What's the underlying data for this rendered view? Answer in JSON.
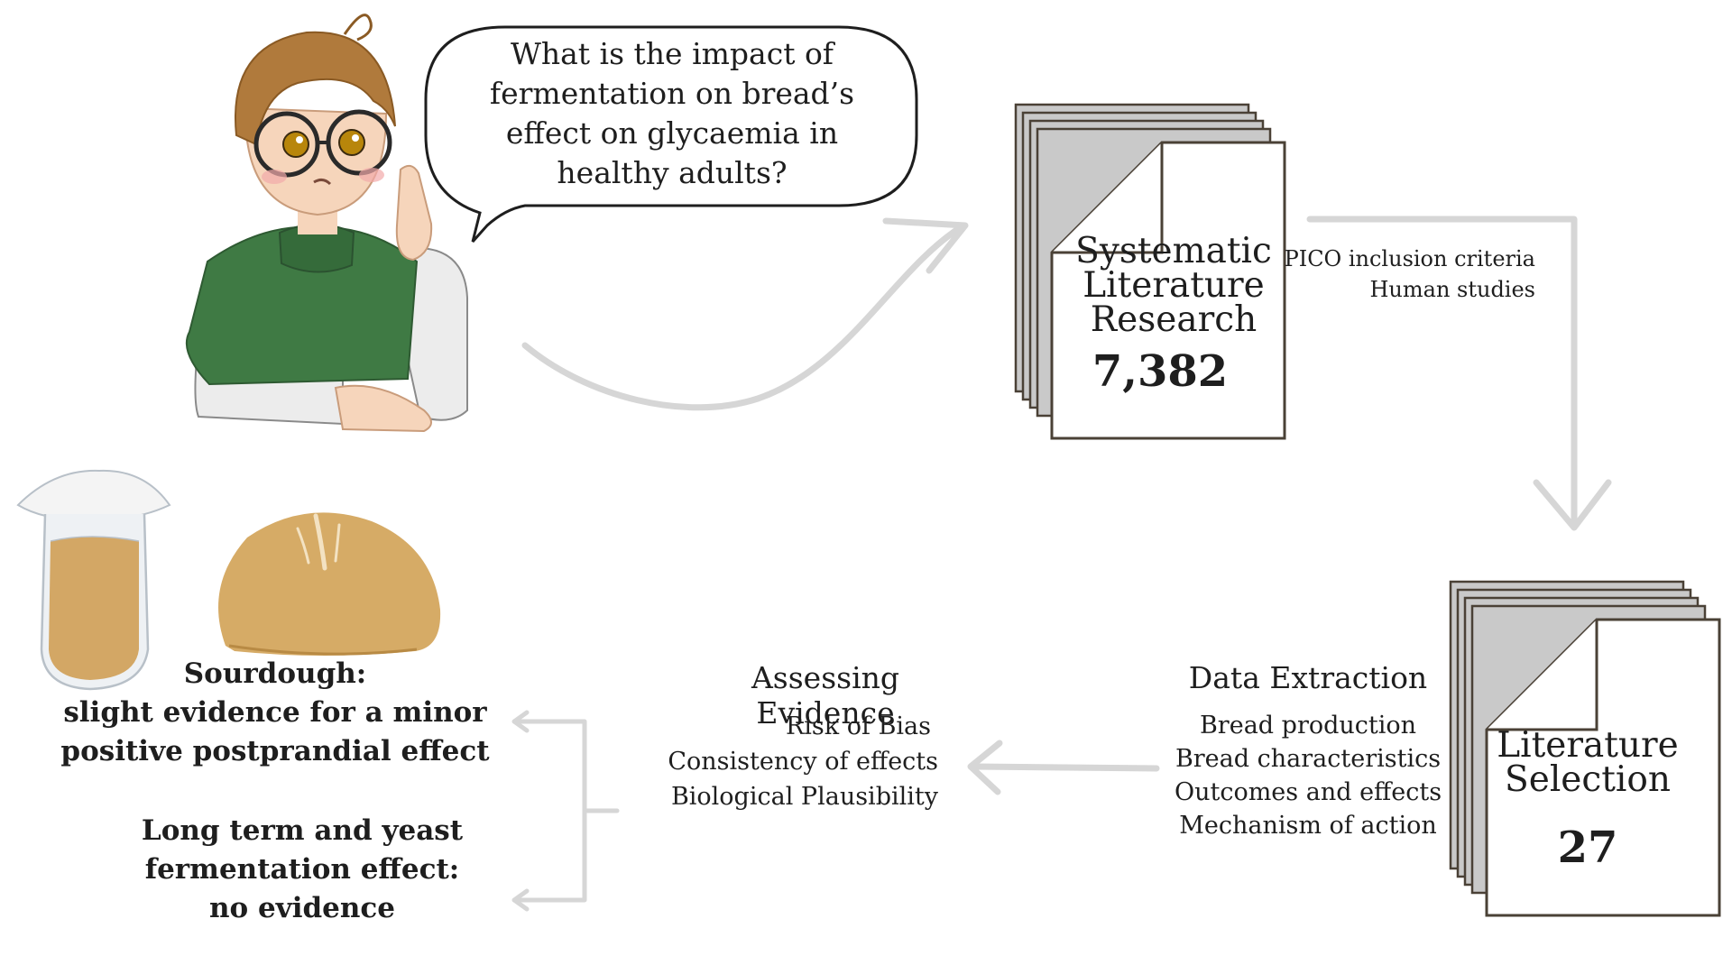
{
  "bubble": {
    "text": "What is the impact of\nfermentation on bread’s\neffect on glycaemia in\nhealthy adults?"
  },
  "systematic_search": {
    "title": "Systematic\nLiterature\nResearch",
    "count": "7,382"
  },
  "inclusion_criteria": {
    "items": [
      "PICO inclusion criteria",
      "Human studies"
    ]
  },
  "literature_selection": {
    "title": "Literature\nSelection",
    "count": "27"
  },
  "data_extraction": {
    "title": "Data Extraction",
    "items": [
      "Bread production",
      "Bread characteristics",
      "Outcomes and effects",
      "Mechanism of action"
    ]
  },
  "assessing_evidence": {
    "title": "Assessing Evidence",
    "items": [
      "Risk of Bias",
      "Consistency of effects",
      "Biological Plausibility"
    ]
  },
  "conclusions": {
    "sourdough": "Sourdough:\nslight evidence for a minor\npositive postprandial effect",
    "long_term": "Long term and yeast\nfermentation effect:\nno evidence"
  },
  "colors": {
    "arrow": "#d6d6d6",
    "doc_fill": "#c9c9c9",
    "doc_stroke": "#4a4136",
    "sweater": "#3f7a44",
    "hair": "#b07a3c",
    "bread": "#d6ab66",
    "jar_content": "#d3a765"
  },
  "icons": [
    "student-character",
    "speech-bubble",
    "document-stack",
    "sourdough-jar",
    "bread-loaf",
    "arrow"
  ]
}
